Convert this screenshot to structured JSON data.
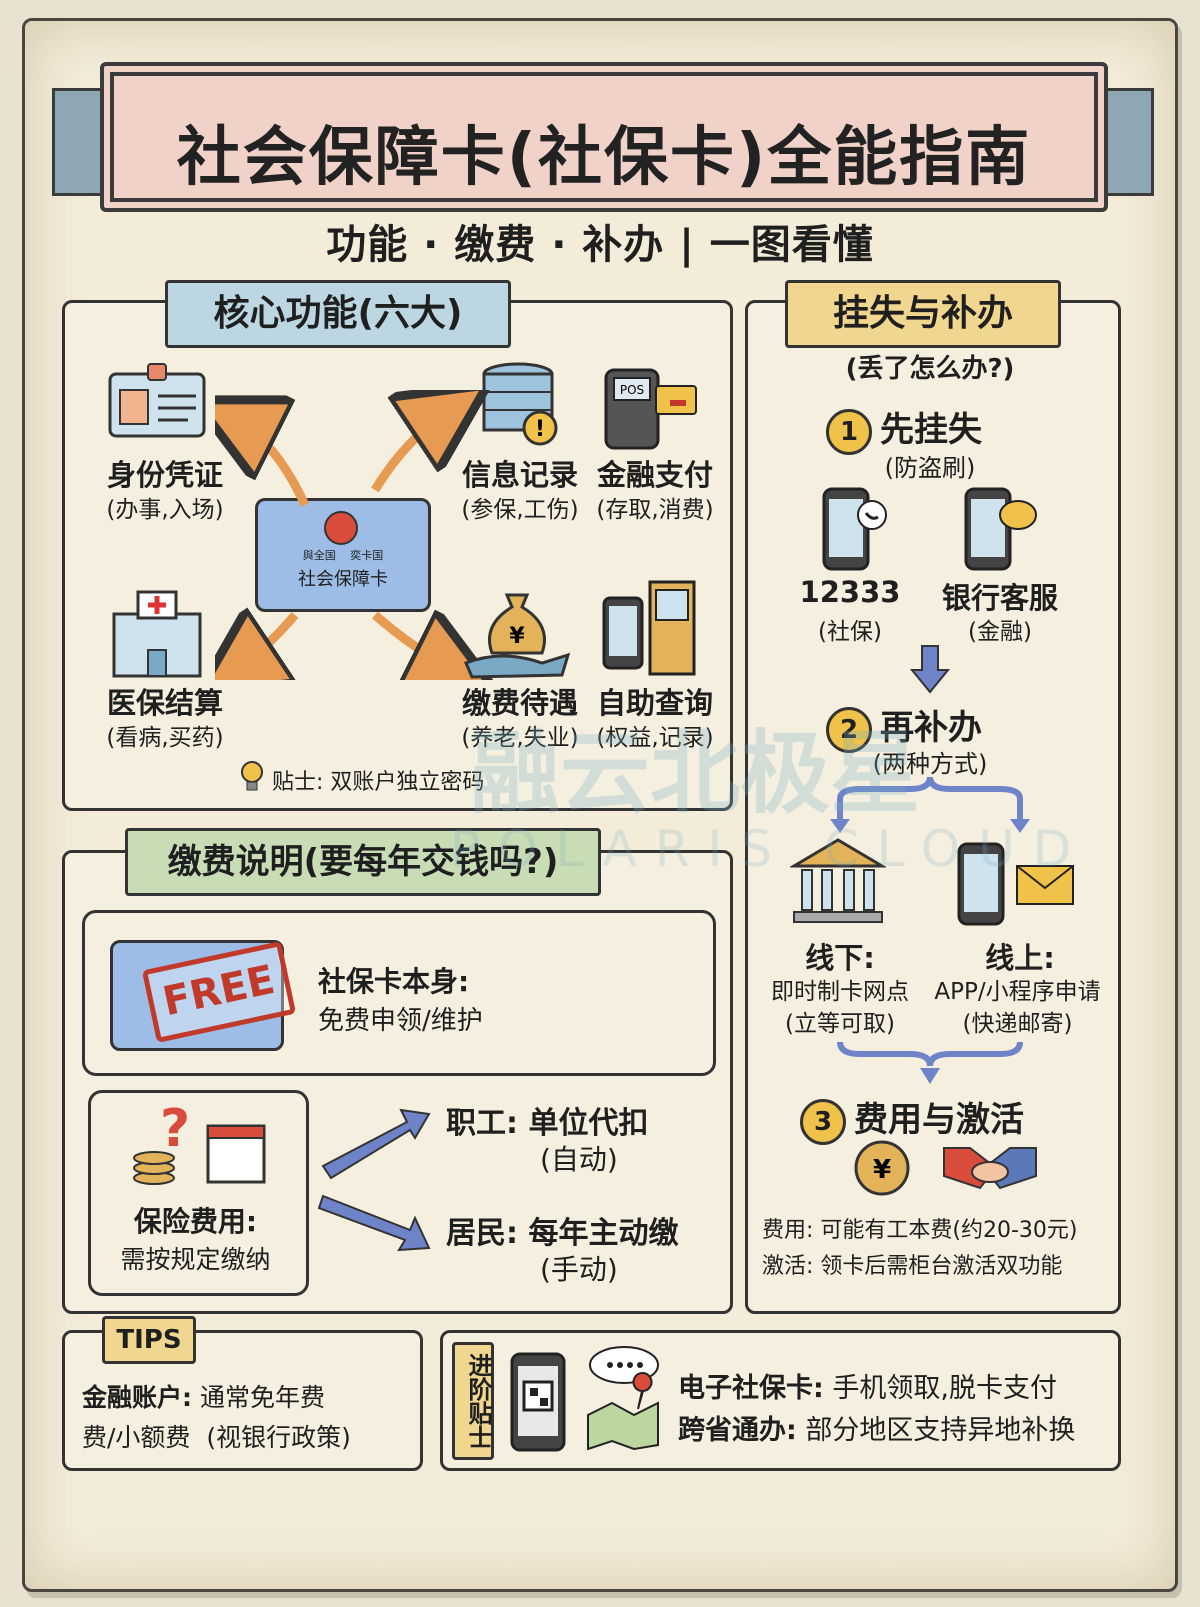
{
  "title": "社会保障卡(社保卡)全能指南",
  "subtitle": "功能 · 缴费 · 补办 | 一图看懂",
  "core": {
    "header": "核心功能(六大)",
    "card_text": "社会保障卡",
    "card_small": "與全国 　奕卡国",
    "functions": [
      {
        "label": "身份凭证",
        "sub": "(办事,入场)"
      },
      {
        "label": "信息记录",
        "sub": "(参保,工伤)"
      },
      {
        "label": "金融支付",
        "sub": "(存取,消费)"
      },
      {
        "label": "医保结算",
        "sub": "(看病,买药)"
      },
      {
        "label": "缴费待遇",
        "sub": "(养老,失业)"
      },
      {
        "label": "自助查询",
        "sub": "(权益,记录)"
      }
    ],
    "tip": "贴士: 双账户独立密码",
    "pos_text": "POS"
  },
  "fees": {
    "header": "缴费说明(要每年交钱吗?)",
    "free_stamp": "FREE",
    "card_title": "社保卡本身:",
    "card_desc": "免费申领/维护",
    "insurance_title": "保险费用:",
    "insurance_desc": "需按规定缴纳",
    "employee_title": "职工: 单位代扣",
    "employee_sub": "(自动)",
    "resident_title": "居民: 每年主动缴",
    "resident_sub": "(手动)"
  },
  "lost": {
    "header": "挂失与补办",
    "sub": "(丢了怎么办?)",
    "step1": {
      "num": "1",
      "title": "先挂失",
      "sub": "(防盗刷)"
    },
    "hotline": {
      "label": "12333",
      "sub": "(社保)"
    },
    "bank": {
      "label": "银行客服",
      "sub": "(金融)"
    },
    "step2": {
      "num": "2",
      "title": "再补办",
      "sub": "(两种方式)"
    },
    "offline": {
      "label": "线下:",
      "l1": "即时制卡网点",
      "l2": "(立等可取)"
    },
    "online": {
      "label": "线上:",
      "l1": "APP/小程序申请",
      "l2": "(快递邮寄)"
    },
    "step3": {
      "num": "3",
      "title": "费用与激活"
    },
    "fee_line": "费用: 可能有工本费(约20-30元)",
    "activate_line": "激活: 领卡后需柜台激活双功能"
  },
  "tips": {
    "header": "TIPS",
    "line1_bold": "金融账户:",
    "line1": "通常免年费",
    "line2_bold": "费/小额费",
    "line2": "(视银行政策)"
  },
  "advanced": {
    "label": "进阶贴士",
    "line1_bold": "电子社保卡:",
    "line1": "手机领取,脱卡支付",
    "line2_bold": "跨省通办:",
    "line2": "部分地区支持异地补换"
  },
  "watermark": {
    "cn": "融云北极星",
    "en": "POLARIS CLOUD"
  },
  "colors": {
    "orange_arrow": "#e79a52",
    "blue_arrow": "#6f83c9",
    "tag_blue": "#bcd6e2",
    "tag_yellow": "#f0d68e",
    "tag_green": "#c8dcb5",
    "card_blue": "#9dbde6"
  }
}
